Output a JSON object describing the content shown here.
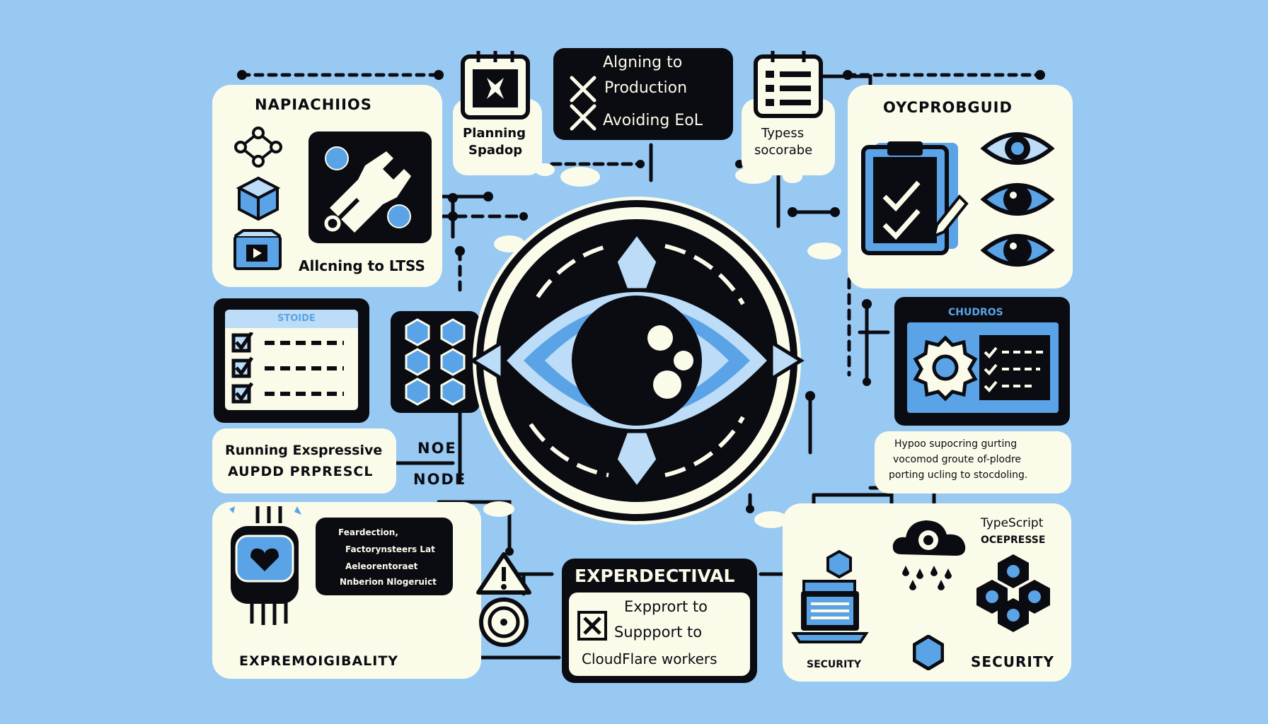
{
  "colors": {
    "background": "#97c9f2",
    "panel": "#fbfbea",
    "ink": "#0b0b12",
    "accent_blue": "#5aa3e6",
    "light_blue": "#bcdcf7"
  },
  "labels": {
    "top_left_title": "NAPIACHIIOS",
    "aligning_ltss": "Allcning to LTSS",
    "planning_line1": "Planning",
    "planning_line2": "Spadop",
    "center_top_line1": "Algning to",
    "center_top_line2": "Production",
    "center_top_line3": "Avoiding EoL",
    "types_line1": "Typess",
    "types_line2": "socorabe",
    "top_right_title": "OYCPROBGUID",
    "stoide": "STOIDE",
    "chudros": "CHUDROS",
    "running_line1": "Running Exspressive",
    "running_line2": "AUPDD PRPRESCL",
    "noe": "NOE",
    "node": "NODE",
    "hypoo_line1": "Hypoo supocring gurting",
    "hypoo_line2": "vocomod groute of-plodre",
    "hypoo_line3": "porting ucling to stocdoling.",
    "terminal_line1": "Feardection,",
    "terminal_line2": "Factorynsteers Lat",
    "terminal_line3": "Aeleorentoraet",
    "terminal_line4": "Nnberion Nlogeruict",
    "bottom_center_title": "EXPERDECTIVAL",
    "bottom_center_line1": "Expprort to",
    "bottom_center_line2": "Suppport to",
    "bottom_center_line3": "CloudFlare workers",
    "expremo": "EXPREMOIGIBALITY",
    "security_small": "SECURITY",
    "security_large": "SECURITY",
    "typescript_line1": "TypeScript",
    "typescript_line2": "OCEPRESSE"
  },
  "icons": [
    "node-graph-icon",
    "cube-icon",
    "video-box-icon",
    "wrench-gear-icon",
    "calendar-icon",
    "checklist-icon",
    "clipboard-check-icon",
    "eye-icon",
    "hexagon-grid-icon",
    "gear-monitor-icon",
    "robot-heart-icon",
    "warning-icon",
    "cloud-icon",
    "laptop-icon",
    "hexagon-cluster-icon",
    "close-icon",
    "central-eye-icon"
  ]
}
